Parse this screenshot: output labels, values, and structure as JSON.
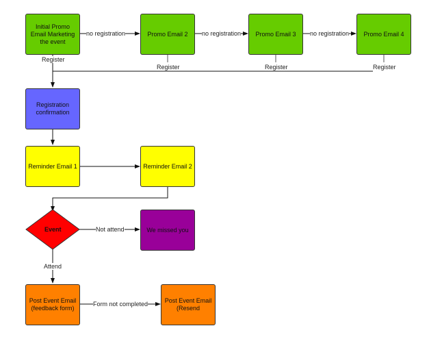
{
  "nodes": {
    "initial_promo": "Initial Promo Email Marketing the event",
    "promo2": "Promo Email 2",
    "promo3": "Promo Email 3",
    "promo4": "Promo Email 4",
    "registration_confirmation": "Registration confirmation",
    "reminder1": "Reminder Email 1",
    "reminder2": "Reminder Email 2",
    "event": "Event",
    "missed_you": "We missed you",
    "post_event": "Post Event Email (feedback form)",
    "post_event_resend": "Post Event Email (Resend"
  },
  "edges": {
    "no_registration_1": "no registration",
    "no_registration_2": "no registration",
    "no_registration_3": "no registration",
    "register_1": "Register",
    "register_2": "Register",
    "register_3": "Register",
    "register_4": "Register",
    "not_attend": "Not attend",
    "attend": "Attend",
    "form_not_completed": "Form not completed"
  },
  "colors": {
    "promo": "#66cc00",
    "confirmation": "#6666ff",
    "reminder": "#ffff00",
    "decision": "#ff0000",
    "missed": "#990099",
    "post_event": "#ff8000"
  }
}
